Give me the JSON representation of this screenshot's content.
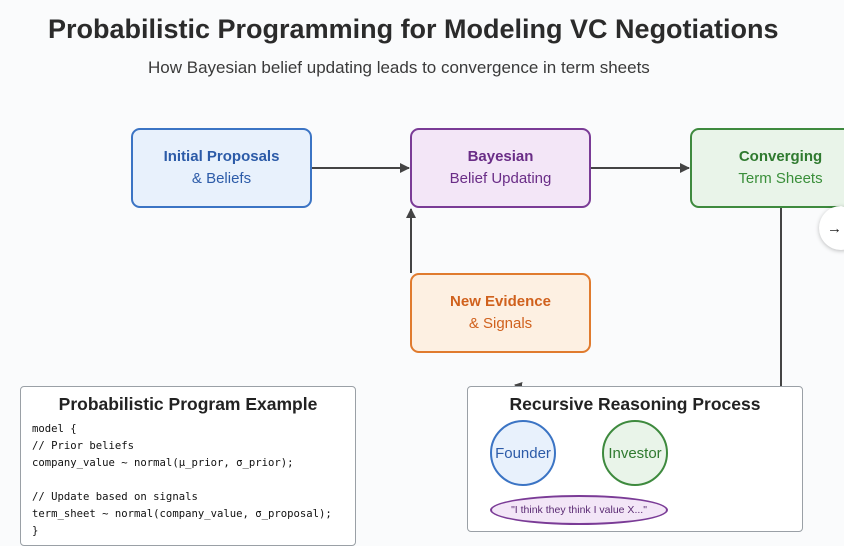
{
  "header": {
    "title": "Probabilistic Programming for Modeling VC Negotiations",
    "subtitle": "How Bayesian belief updating leads to convergence in term sheets"
  },
  "nodes": {
    "initial": {
      "line1": "Initial Proposals",
      "line2": "& Beliefs"
    },
    "bayes": {
      "line1": "Bayesian",
      "line2": "Belief Updating"
    },
    "converging": {
      "line1": "Converging",
      "line2": "Term Sheets"
    },
    "evidence": {
      "line1": "New Evidence",
      "line2": "& Signals"
    }
  },
  "code_panel": {
    "title": "Probabilistic Program Example",
    "lines": [
      "model {",
      "// Prior beliefs",
      "company_value ~ normal(μ_prior, σ_prior);",
      "",
      "// Update based on signals",
      "term_sheet ~ normal(company_value, σ_proposal);",
      "}"
    ]
  },
  "recursive_panel": {
    "title": "Recursive Reasoning Process",
    "founder": "Founder",
    "investor": "Investor",
    "thought": "\"I think they think I value X...\""
  },
  "side_button": {
    "icon": "arrow-right-icon",
    "glyph": "→"
  },
  "colors": {
    "initial": "#3b74c4",
    "bayes": "#7a3b96",
    "converging": "#3e8a3e",
    "evidence": "#e07b2e",
    "arrow": "#444444"
  }
}
